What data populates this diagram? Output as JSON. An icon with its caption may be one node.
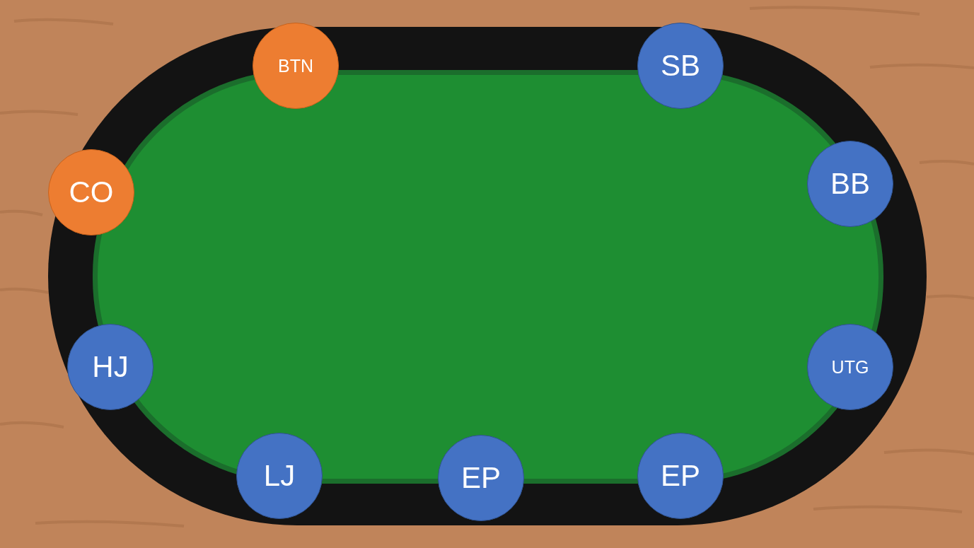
{
  "diagram": {
    "nodes": [
      {
        "text": [
          "BTN"
        ]
      },
      {
        "text": [
          "SB"
        ]
      },
      {
        "text": [
          "CO"
        ]
      },
      {
        "text": [
          "BB"
        ]
      },
      {
        "text": [
          "HJ"
        ]
      },
      {
        "text": [
          "UTG"
        ]
      },
      {
        "text": [
          "LJ"
        ]
      },
      {
        "text": [
          "EP"
        ]
      },
      {
        "text": [
          "EP"
        ]
      }
    ],
    "edges": []
  }
}
